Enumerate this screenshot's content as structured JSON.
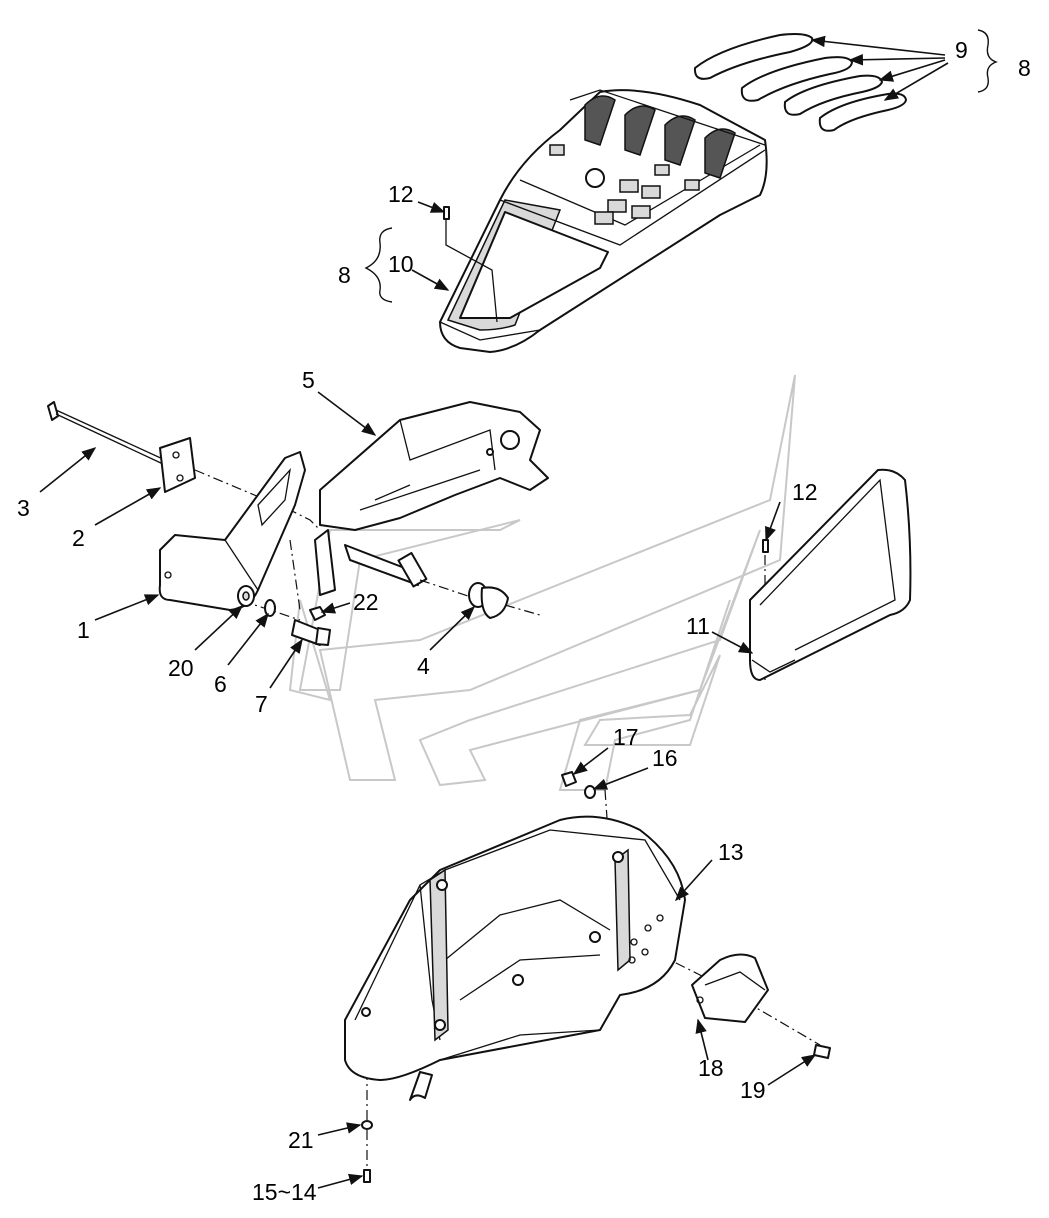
{
  "labels": {
    "l1": "1",
    "l2": "2",
    "l3": "3",
    "l4": "4",
    "l5": "5",
    "l6": "6",
    "l7": "7",
    "l8a": "8",
    "l8b": "8",
    "l9": "9",
    "l10": "10",
    "l11": "11",
    "l12a": "12",
    "l12b": "12",
    "l13": "13",
    "l15_14": "15~14",
    "l16": "16",
    "l17": "17",
    "l18": "18",
    "l19": "19",
    "l20": "20",
    "l21": "21",
    "l22": "22"
  },
  "colors": {
    "line": "#111111",
    "shade": "#d9d9d9",
    "watermark": "#c8c8c8",
    "background": "#ffffff"
  }
}
